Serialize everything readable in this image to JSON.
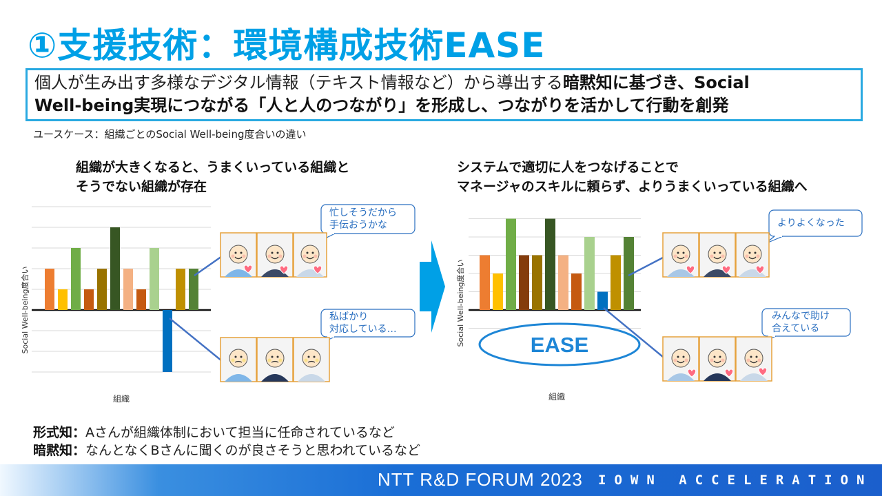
{
  "title": "①支援技術：環境構成技術EASE",
  "summary": {
    "plain": "個人が生み出す多様なデジタル情報（テキスト情報など）から導出する",
    "bold_line1": "暗黙知に基づき、Social",
    "bold_line2": "Well-being実現につながる「人と人のつながり」を形成し、つながりを活かして行動を創発"
  },
  "usecase": "ユースケース：組織ごとのSocial Well-being度合いの違い",
  "left_panel": {
    "heading_line1": "組織が大きくなると、うまくいっている組織と",
    "heading_line2": "そうでない組織が存在",
    "bubble_top_line1": "忙しそうだから",
    "bubble_top_line2": "手伝おうかな",
    "bubble_bottom_line1": "私ばかり",
    "bubble_bottom_line2": "対応している…"
  },
  "right_panel": {
    "heading_line1": "システムで適切に人をつなげることで",
    "heading_line2": "マネージャのスキルに頼らず、よりうまくいっている組織へ",
    "bubble_top": "よりよくなった",
    "bubble_bottom_line1": "みんなで助け",
    "bubble_bottom_line2": "合えている",
    "ease_label": "EASE"
  },
  "chart_data": [
    {
      "type": "bar",
      "xlabel": "組織",
      "ylabel": "Social Well-being度合い",
      "ylim": [
        -3,
        5
      ],
      "values": [
        2,
        1,
        3,
        1,
        2,
        4,
        2,
        1,
        3,
        -3,
        2,
        2
      ],
      "colors": [
        "#ed7d31",
        "#ffc000",
        "#70ad47",
        "#c55a11",
        "#997300",
        "#375623",
        "#f4b183",
        "#c55a11",
        "#a9d18e",
        "#0070c0",
        "#bf9000",
        "#548235"
      ]
    },
    {
      "type": "bar",
      "xlabel": "組織",
      "ylabel": "Social Well-being度合い",
      "ylim": [
        -1,
        5
      ],
      "values": [
        3,
        2,
        5,
        3,
        3,
        5,
        3,
        2,
        4,
        1,
        3,
        4
      ],
      "colors": [
        "#ed7d31",
        "#ffc000",
        "#70ad47",
        "#843c0c",
        "#997300",
        "#375623",
        "#f4b183",
        "#c55a11",
        "#a9d18e",
        "#0070c0",
        "#bf9000",
        "#548235"
      ]
    }
  ],
  "legend": {
    "explicit_term": "形式知：",
    "explicit_desc": "Aさんが組織体制において担当に任命されているなど",
    "tacit_term": "暗黙知：",
    "tacit_desc": "なんとなくBさんに聞くのが良さそうと思われているなど"
  },
  "footer": {
    "forum": "NTT R&D FORUM 2023",
    "tagline": "IOWN ACCELERATION"
  }
}
